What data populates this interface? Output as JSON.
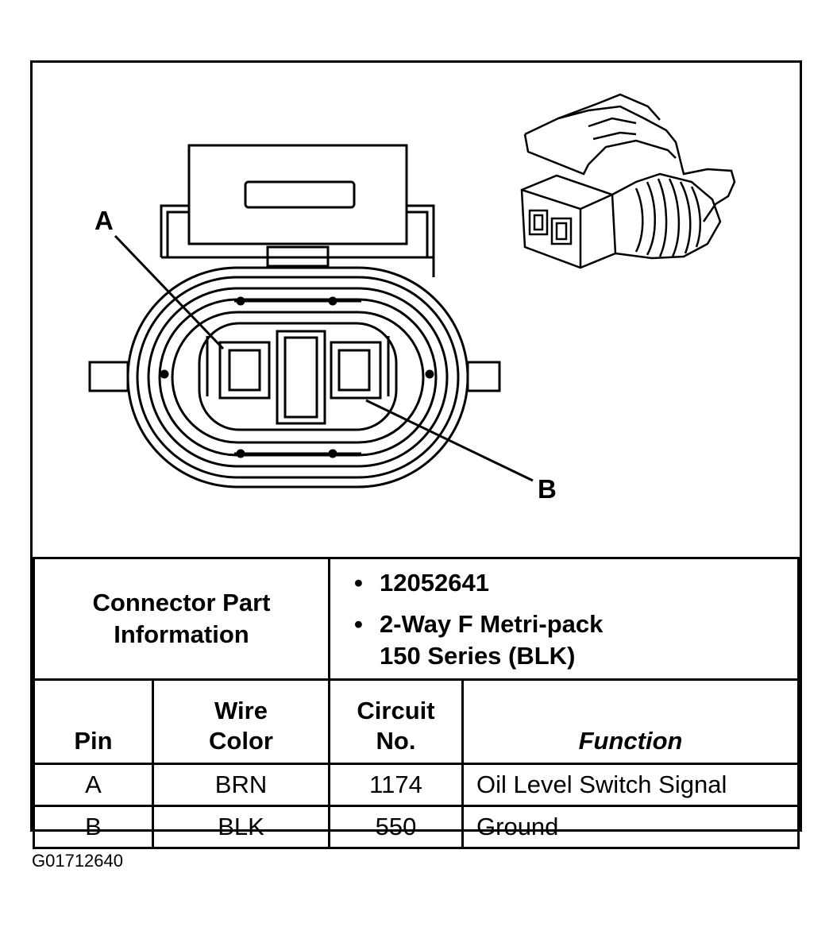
{
  "callouts": {
    "a": "A",
    "b": "B"
  },
  "part_info": {
    "label_line1": "Connector Part",
    "label_line2": "Information",
    "part_number": "12052641",
    "description_line1": "2-Way F Metri-pack",
    "description_line2": "150 Series (BLK)"
  },
  "columns": {
    "pin": "Pin",
    "wire_color_line1": "Wire",
    "wire_color_line2": "Color",
    "circuit_line1": "Circuit",
    "circuit_line2": "No.",
    "function": "Function"
  },
  "rows": [
    {
      "pin": "A",
      "wire_color": "BRN",
      "circuit": "1174",
      "function": "Oil Level Switch Signal"
    },
    {
      "pin": "B",
      "wire_color": "BLK",
      "circuit": "550",
      "function": "Ground"
    }
  ],
  "figure_id": "G01712640"
}
